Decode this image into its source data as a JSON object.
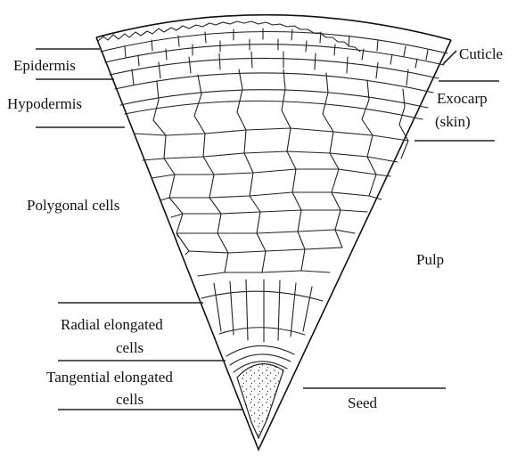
{
  "figure": {
    "labels": {
      "epidermis": "Epidermis",
      "hypodermis": "Hypodermis",
      "polygonal_cells": "Polygonal cells",
      "radial_line1": "Radial elongated",
      "radial_line2": "cells",
      "tangential_line1": "Tangential elongated",
      "tangential_line2": "cells",
      "cuticle": "Cuticle",
      "exocarp_line1": "Exocarp",
      "exocarp_line2": "(skin)",
      "pulp": "Pulp",
      "seed": "Seed"
    }
  }
}
